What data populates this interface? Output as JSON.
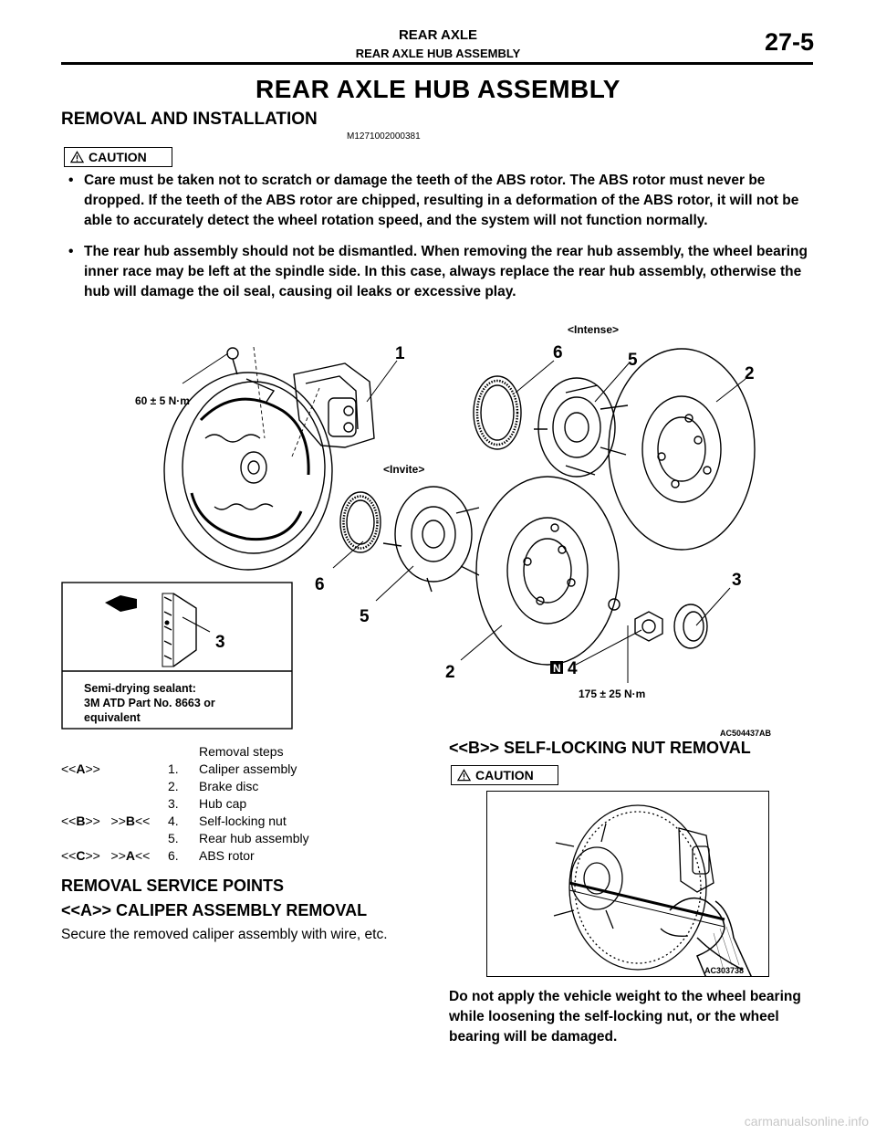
{
  "header": {
    "section": "REAR AXLE",
    "subsection": "REAR AXLE HUB ASSEMBLY",
    "page": "27-5"
  },
  "title": "REAR AXLE HUB ASSEMBLY",
  "removal": {
    "heading": "REMOVAL AND INSTALLATION",
    "code": "M1271002000381",
    "caution_label": "CAUTION",
    "bullets": [
      "Care must be taken not to scratch or damage the teeth of the ABS rotor. The ABS rotor must never be dropped. If the teeth of the ABS rotor are chipped, resulting in a deformation of the ABS rotor, it will not be able to accurately detect the wheel rotation speed, and the system will not function normally.",
      "The rear hub assembly should not be dismantled. When removing the rear hub assembly, the wheel bearing inner race may be left at the spindle side. In this case, always replace the rear hub assembly, otherwise the hub will damage the oil seal, causing oil leaks or excessive play."
    ]
  },
  "figure": {
    "torque_upper": "60 ± 5 N·m",
    "torque_lower": "175 ± 25 N·m",
    "intense": "<Intense>",
    "invite": "<Invite>",
    "callouts": {
      "c1": "1",
      "c2": "2",
      "c3": "3",
      "c4": "4",
      "c5": "5",
      "c6": "6"
    },
    "n_box": "N",
    "sealant_lines": [
      "Semi-drying sealant:",
      "3M ATD Part No. 8663 or",
      "equivalent"
    ],
    "code": "AC504437AB"
  },
  "steps": {
    "heading": "Removal steps",
    "items": [
      {
        "tag_pre": "<<",
        "tag_letter": "A",
        "tag_post": ">>",
        "tag2_pre": "",
        "tag2_letter": "",
        "tag2_post": "",
        "num": "1.",
        "label": "Caliper assembly"
      },
      {
        "tag_pre": "",
        "tag_letter": "",
        "tag_post": "",
        "tag2_pre": "",
        "tag2_letter": "",
        "tag2_post": "",
        "num": "2.",
        "label": "Brake disc"
      },
      {
        "tag_pre": "",
        "tag_letter": "",
        "tag_post": "",
        "tag2_pre": "",
        "tag2_letter": "",
        "tag2_post": "",
        "num": "3.",
        "label": "Hub cap"
      },
      {
        "tag_pre": "<<",
        "tag_letter": "B",
        "tag_post": ">>",
        "tag2_pre": ">>",
        "tag2_letter": "B",
        "tag2_post": "<<",
        "num": "4.",
        "label": "Self-locking nut"
      },
      {
        "tag_pre": "",
        "tag_letter": "",
        "tag_post": "",
        "tag2_pre": "",
        "tag2_letter": "",
        "tag2_post": "",
        "num": "5.",
        "label": "Rear hub assembly"
      },
      {
        "tag_pre": "<<",
        "tag_letter": "C",
        "tag_post": ">>",
        "tag2_pre": ">>",
        "tag2_letter": "A",
        "tag2_post": "<<",
        "num": "6.",
        "label": "ABS rotor"
      }
    ]
  },
  "service": {
    "heading": "REMOVAL SERVICE POINTS",
    "a_heading": "<<A>> CALIPER ASSEMBLY REMOVAL",
    "a_text": "Secure the removed caliper assembly with wire, etc.",
    "b_heading": "<<B>> SELF-LOCKING NUT REMOVAL",
    "b_caution_label": "CAUTION",
    "photo_code": "AC303738",
    "b_text": "Do not apply the vehicle weight to the wheel bearing while loosening the self-locking nut, or the wheel bearing will be damaged."
  },
  "watermark": "carmanualsonline.info"
}
